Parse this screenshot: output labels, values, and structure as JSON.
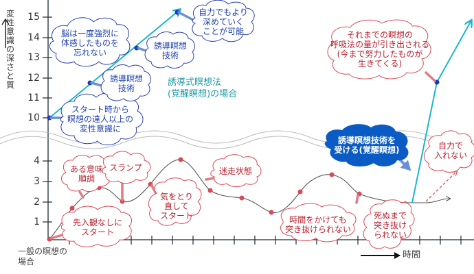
{
  "yaxis": {
    "title": "変性意識の深さと質",
    "upper_ticks": [
      "15",
      "14",
      "13",
      "12",
      "11",
      "10"
    ],
    "lower_ticks": [
      "4",
      "3",
      "2",
      "1"
    ]
  },
  "xaxis": {
    "title": "時間"
  },
  "series": {
    "guided": {
      "label_line1": "誘導式瞑想法",
      "label_line2": "(覚醒瞑想)の場合",
      "color": "#1bb8c8"
    },
    "general": {
      "label_line1": "一般の瞑想の",
      "label_line2": "場合",
      "color": "#555555"
    }
  },
  "bubbles_upper": {
    "start": [
      "スタート時から",
      "瞑想の達人以上の",
      "変性意識に"
    ],
    "brain": [
      "脳は一度強烈に",
      "体感したものを",
      "忘れない"
    ],
    "tech1": [
      "誘導瞑想",
      "技術"
    ],
    "tech2": [
      "誘導瞑想",
      "技術"
    ],
    "self": [
      "自力でもより",
      "深めていく",
      "ことが可能"
    ],
    "breath": [
      "それまでの瞑想の",
      "呼吸法の量が引き出される",
      "(今まで努力したものが",
      "生きてくる)"
    ]
  },
  "bubbles_lower": {
    "prejudice": [
      "先入観なしに",
      "スタート"
    ],
    "smooth": [
      "ある意味",
      "順調"
    ],
    "slump": [
      "スランプ"
    ],
    "restart": [
      "気をとり",
      "直して",
      "スタート"
    ],
    "astray": [
      "迷走状態"
    ],
    "time": [
      "時間をかけても",
      "突き抜けられない"
    ],
    "death": [
      "死ぬまで",
      "突き抜け",
      "られない"
    ],
    "cannot": [
      "自力で",
      "入れない"
    ],
    "receive": [
      "誘導瞑想技術を",
      "受ける(覚醒瞑想)"
    ]
  },
  "colors": {
    "cyan": "#1bb8c8",
    "dot_blue": "#2233bb",
    "connector_blue": "#6a8fd8",
    "red": "#d94a55",
    "bubble_red_border": "#d94a55",
    "bubble_blue_fill": "#0a5cc4",
    "axis": "#1a2a33"
  }
}
